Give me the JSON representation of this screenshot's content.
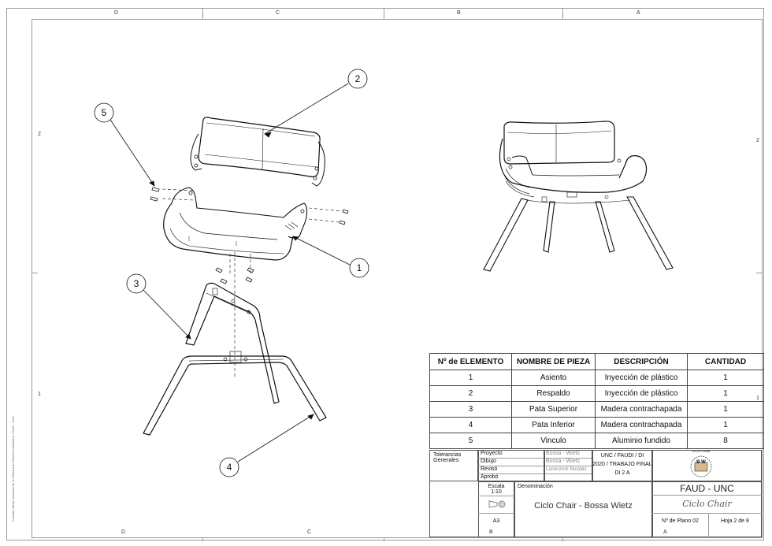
{
  "zones": {
    "top": [
      "D",
      "C",
      "B",
      "A"
    ],
    "bottom": [
      "D",
      "C",
      "B",
      "A"
    ],
    "left": [
      "2",
      "1"
    ],
    "right": [
      "2",
      "1"
    ]
  },
  "side_note": "Formato oficial exclusivo de la Cátedra de Diseño Industrial A. FAUD - UNC",
  "callouts": [
    "1",
    "2",
    "3",
    "4",
    "5"
  ],
  "bom": {
    "headers": [
      "Nº de ELEMENTO",
      "NOMBRE DE PIEZA",
      "DESCRIPCIÓN",
      "CANTIDAD"
    ],
    "rows": [
      [
        "1",
        "Asiento",
        "Inyección de plástico",
        "1"
      ],
      [
        "2",
        "Respaldo",
        "Inyección de plástico",
        "1"
      ],
      [
        "3",
        "Pata Superior",
        "Madera contrachapada",
        "1"
      ],
      [
        "4",
        "Pata Inferior",
        "Madera contrachapada",
        "1"
      ],
      [
        "5",
        "Vinculo",
        "Aluminio fundido",
        "8"
      ]
    ]
  },
  "title_block": {
    "tolerancias": "Tolerancias Generales",
    "proyecto_label": "Proyecto",
    "dibujo_label": "Dibujo",
    "reviso_label": "Revisó",
    "aprobo_label": "Aprobó",
    "proyecto_value": "Bossa - Wietz",
    "dibujo_value": "Bossa - Wietz",
    "reviso_value": "Lorenzoni Nicolás",
    "course_line1": "UNC / FAUDI / DI",
    "course_line2": "2020 / TRABAJO FINAL",
    "course_line3": "DI 2 A",
    "logo_text": "B W",
    "logo_ring": "CICLO CHAIR",
    "institution": "FAUD - UNC",
    "signature": "Ciclo Chair",
    "escala_label": "Escala",
    "escala_value": "1:10",
    "denominacion_label": "Denominación",
    "denominacion_value": "Ciclo Chair - Bossa Wietz",
    "formato": "A3",
    "plano": "Nº de Plano 02",
    "hoja": "Hoja 2 de 8"
  }
}
